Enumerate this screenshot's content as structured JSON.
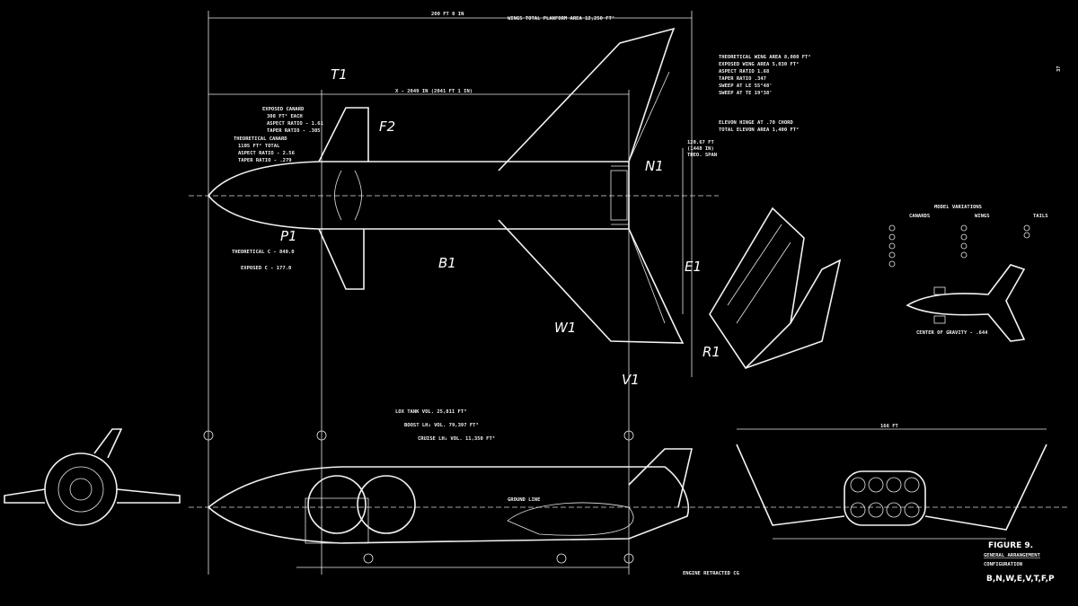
{
  "page_number": "37",
  "overall_length": "200 FT 0 IN",
  "station": "X - 2049 IN (2041 FT 1 IN)",
  "span_dim": [
    "120.67 FT",
    "(1448 IN)",
    "THEO. SPAN"
  ],
  "rear_span": "166 FT",
  "wing_planform": "WINGS TOTAL PLANFORM AREA 12,250 FT²",
  "wing_data": [
    "THEORETICAL WING AREA  8,080 FT²",
    "EXPOSED WING AREA  5,030 FT²",
    "ASPECT RATIO  1.68",
    "TAPER RATIO  .347",
    "SWEEP AT LE  55°48'",
    "SWEEP AT TE  19°38'"
  ],
  "elevon_data": [
    "ELEVON HINGE AT .70 CHORD",
    "TOTAL ELEVON AREA 1,400 FT²"
  ],
  "exposed_canard": [
    "EXPOSED CANARD",
    "308 FT² EACH",
    "ASPECT RATIO - 1.61",
    "TAPER RATIO - .305"
  ],
  "theoretical_canard": [
    "THEORETICAL CANARD",
    "1105 FT² TOTAL",
    "ASPECT RATIO - 2.56",
    "TAPER RATIO - .279"
  ],
  "canard_positions": [
    "THEORETICAL C - 840.0",
    "EXPOSED C - 177.0"
  ],
  "tank_volumes": [
    "LOX TANK VOL. 25,811 FT³",
    "BOOST LH₂ VOL. 79,397 FT³",
    "CRUISE LH₂ VOL. 11,350 FT³"
  ],
  "side_notes": [
    "GROUND LINE",
    "ENGINE RETRACTED CG"
  ],
  "component_labels": [
    "T1",
    "F2",
    "P1",
    "B1",
    "N1",
    "E1",
    "W1",
    "R1",
    "V1"
  ],
  "model_variations": {
    "title": "MODEL VARIATIONS",
    "columns": [
      "CANARDS",
      "WINGS",
      "TAILS"
    ],
    "note": "CENTER OF GRAVITY - .644"
  },
  "title_block": {
    "figure": "FIGURE 9.",
    "title": "GENERAL ARRANGEMENT",
    "subtitle": "CONFIGURATION",
    "config": "B,N,W,E,V,T,F,P"
  }
}
